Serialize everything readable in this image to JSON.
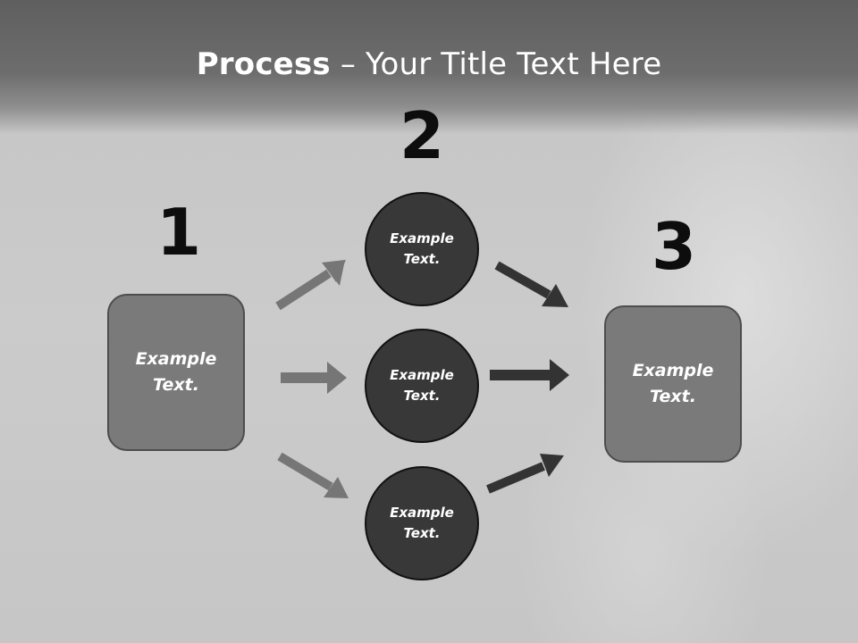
{
  "title": {
    "bold": "Process",
    "rest": " – Your Title Text Here"
  },
  "steps": {
    "one": "1",
    "two": "2",
    "three": "3"
  },
  "nodes": {
    "left_box": {
      "line1": "Example",
      "line2": "Text."
    },
    "circle_top": {
      "line1": "Example",
      "line2": "Text."
    },
    "circle_mid": {
      "line1": "Example",
      "line2": "Text."
    },
    "circle_bottom": {
      "line1": "Example",
      "line2": "Text."
    },
    "right_box": {
      "line1": "Example",
      "line2": "Text."
    }
  },
  "colors": {
    "box_fill": "#7a7a7a",
    "circle_fill": "#383838",
    "arrow_light": "#767676",
    "arrow_dark": "#333333"
  }
}
